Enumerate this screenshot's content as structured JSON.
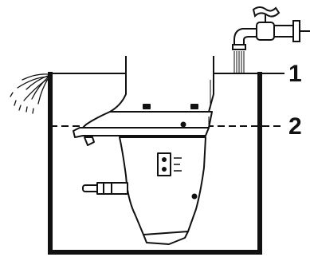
{
  "diagram": {
    "callouts": [
      {
        "id": "1",
        "label": "1"
      },
      {
        "id": "2",
        "label": "2"
      }
    ],
    "colors": {
      "ink": "#111111",
      "paper": "#ffffff",
      "water_line": "#222222"
    },
    "icon_names": [
      "water-faucet-icon",
      "outboard-lower-unit-icon",
      "overflow-splash-icon"
    ]
  }
}
